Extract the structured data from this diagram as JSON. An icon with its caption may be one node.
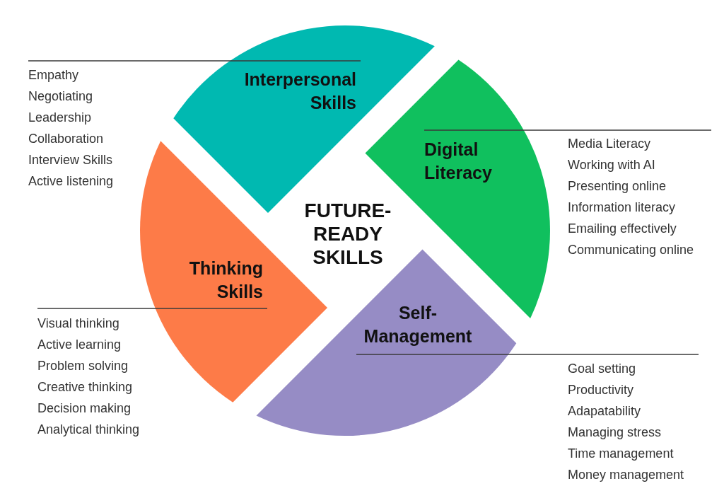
{
  "diagram": {
    "title": "FUTURE- READY SKILLS",
    "nodes": [
      {
        "text": [
          "Interpersonal Skills"
        ],
        "beside": [
          "Empathy",
          "Negotiating",
          "Leadership",
          "Collaboration",
          "Interview Skills",
          "Active listening"
        ]
      },
      {
        "text": [
          "Digital Literacy"
        ],
        "beside": [
          "Media Literacy",
          "Working with AI",
          "Presenting online",
          "Information literacy",
          "Emailing effectively",
          "Communicating online"
        ]
      },
      {
        "text": [
          "Thinking Skills"
        ],
        "beside": [
          "Visual thinking",
          "Active learning",
          "Problem solving",
          "Creative thinking",
          "Decision making",
          "Analytical thinking"
        ]
      },
      {
        "text": [
          "Self- Management"
        ],
        "beside": [
          "Goal setting",
          "Productivity",
          "Adapatability",
          "Managing stress",
          "Time management",
          "Money management"
        ]
      }
    ]
  }
}
